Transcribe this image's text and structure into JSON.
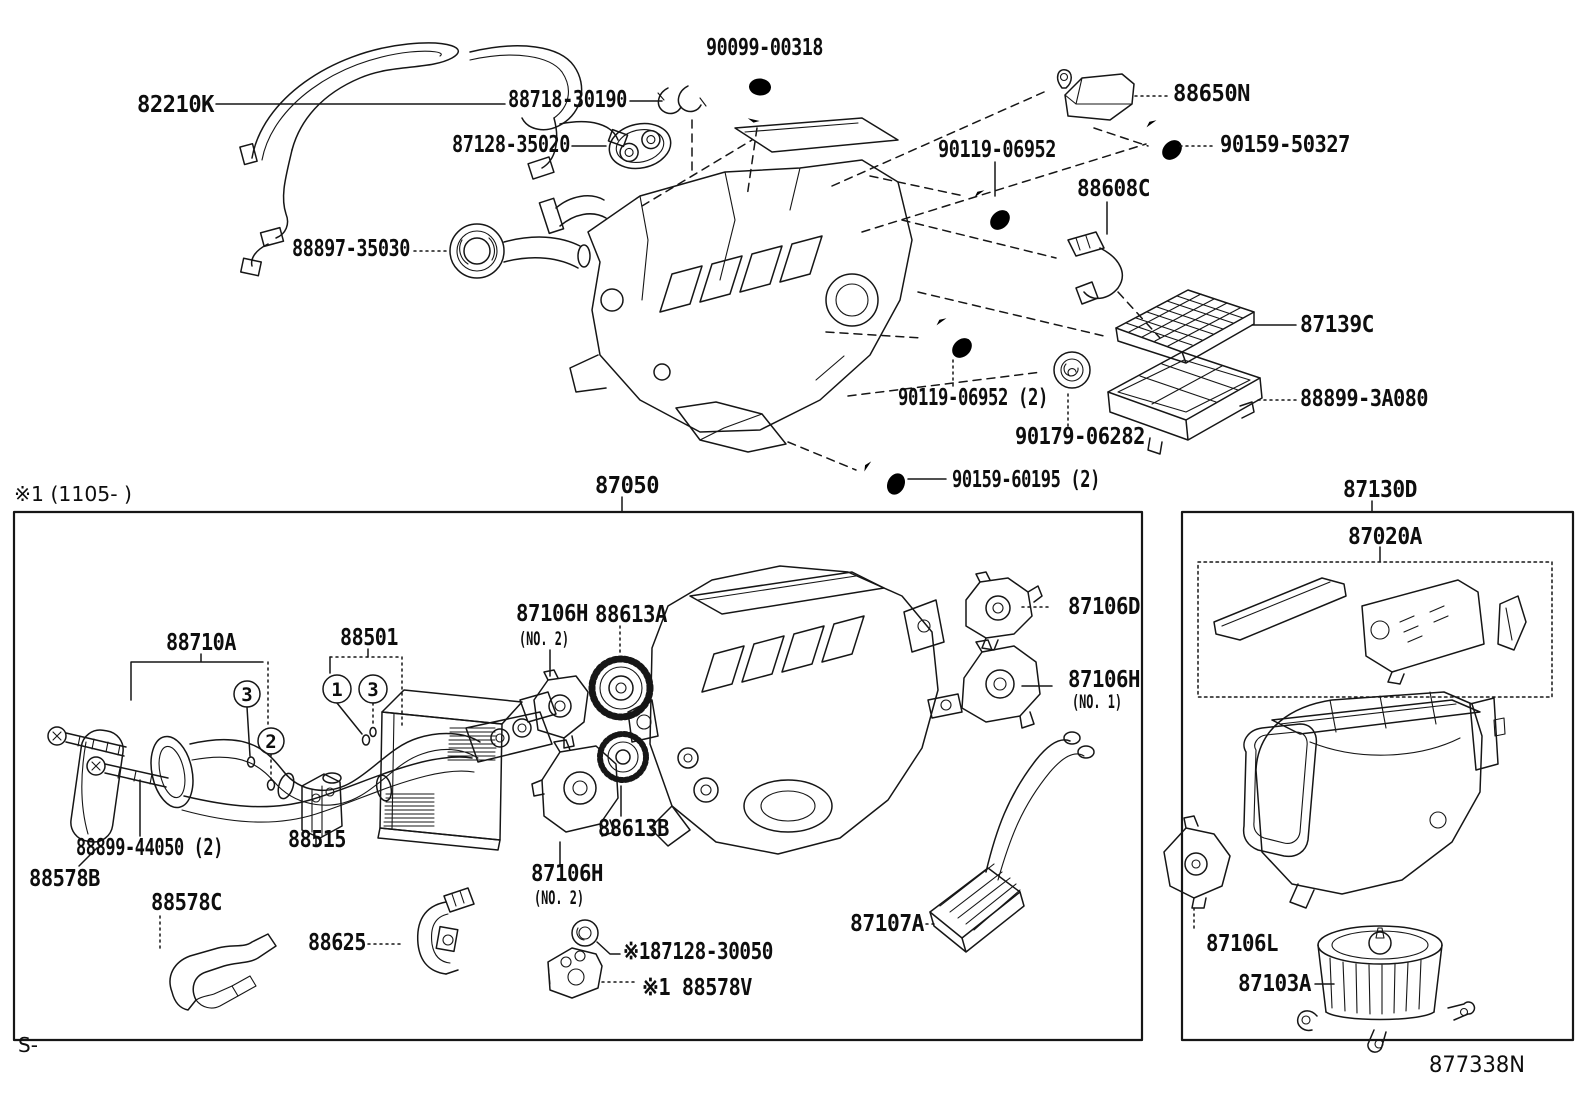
{
  "page": {
    "background": "#ffffff",
    "ink": "#161616",
    "description_visible_text_only": true
  },
  "labels": [
    {
      "id": "82210k",
      "text": "82210K"
    },
    {
      "id": "88718-30190",
      "text": "88718-30190"
    },
    {
      "id": "90099-00318",
      "text": "90099-00318"
    },
    {
      "id": "87128-35020",
      "text": "87128-35020"
    },
    {
      "id": "88650n",
      "text": "88650N"
    },
    {
      "id": "90159-50327",
      "text": "90159-50327"
    },
    {
      "id": "90119-06952",
      "text": "90119-06952"
    },
    {
      "id": "88608c",
      "text": "88608C"
    },
    {
      "id": "88897-35030",
      "text": "88897-35030"
    },
    {
      "id": "87139c",
      "text": "87139C"
    },
    {
      "id": "88899-3a080",
      "text": "88899-3A080"
    },
    {
      "id": "90119-06952-2",
      "text": "90119-06952 (2)"
    },
    {
      "id": "90179-06282",
      "text": "90179-06282"
    },
    {
      "id": "90159-60195-2",
      "text": "90159-60195 (2)"
    },
    {
      "id": "87050",
      "text": "87050"
    },
    {
      "id": "note-1105",
      "text": "※1 (1105-    )"
    },
    {
      "id": "87130d",
      "text": "87130D"
    },
    {
      "id": "87020a",
      "text": "87020A"
    },
    {
      "id": "88710a",
      "text": "88710A"
    },
    {
      "id": "88501",
      "text": "88501"
    },
    {
      "id": "87106h-no2a",
      "text": "87106H"
    },
    {
      "id": "87106h-no2a-sub",
      "text": "(NO. 2)"
    },
    {
      "id": "88613a",
      "text": "88613A"
    },
    {
      "id": "87106d",
      "text": "87106D"
    },
    {
      "id": "87106h-no1",
      "text": "87106H"
    },
    {
      "id": "87106h-no1-sub",
      "text": "(NO. 1)"
    },
    {
      "id": "88899-44050-2",
      "text": "88899-44050 (2)"
    },
    {
      "id": "88578b",
      "text": "88578B"
    },
    {
      "id": "88578c",
      "text": "88578C"
    },
    {
      "id": "88515",
      "text": "88515"
    },
    {
      "id": "88613b",
      "text": "88613B"
    },
    {
      "id": "87106h-no2b",
      "text": "87106H"
    },
    {
      "id": "87106h-no2b-sub",
      "text": "(NO. 2)"
    },
    {
      "id": "88625",
      "text": "88625"
    },
    {
      "id": "87128-30050",
      "text": "※187128-30050"
    },
    {
      "id": "88578v",
      "text": "※1 88578V"
    },
    {
      "id": "87107a",
      "text": "87107A"
    },
    {
      "id": "87106l",
      "text": "87106L"
    },
    {
      "id": "87103a",
      "text": "87103A"
    },
    {
      "id": "footer-s",
      "text": "S-"
    },
    {
      "id": "sheet-code",
      "text": "877338N"
    }
  ],
  "callouts": [
    {
      "id": "circle-3a",
      "text": "3"
    },
    {
      "id": "circle-2",
      "text": "2"
    },
    {
      "id": "circle-1",
      "text": "1"
    },
    {
      "id": "circle-3b",
      "text": "3"
    }
  ]
}
